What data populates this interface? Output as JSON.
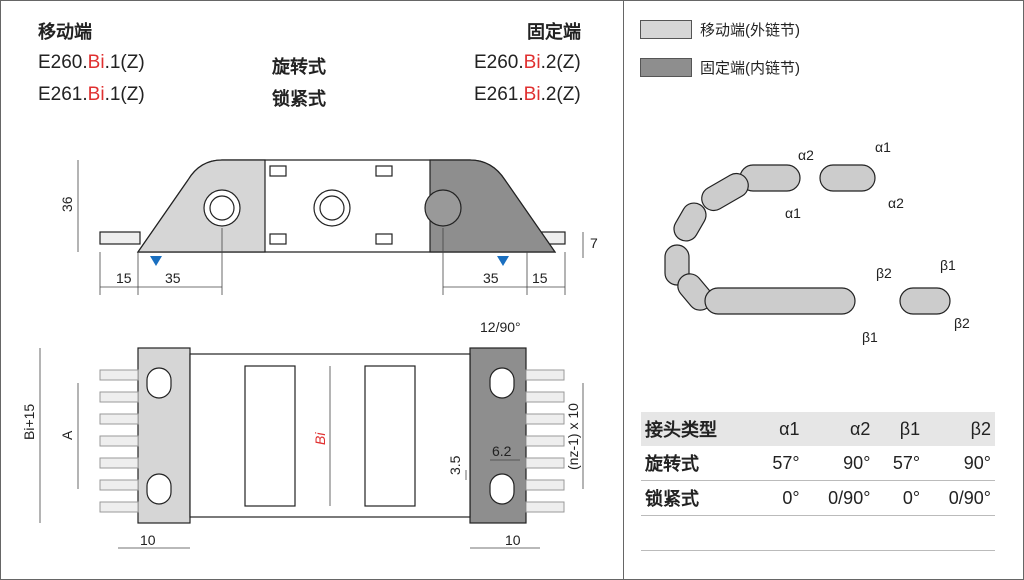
{
  "header": {
    "moving_end": "移动端",
    "fixed_end": "固定端",
    "rows": [
      {
        "left_prefix": "E260.",
        "left_bi": "Bi",
        "left_suffix": ".1(Z)",
        "type": "旋转式",
        "right_prefix": "E260.",
        "right_bi": "Bi",
        "right_suffix": ".2(Z)"
      },
      {
        "left_prefix": "E261.",
        "left_bi": "Bi",
        "left_suffix": ".1(Z)",
        "type": "锁紧式",
        "right_prefix": "E261.",
        "right_bi": "Bi",
        "right_suffix": ".2(Z)"
      }
    ]
  },
  "legend": [
    {
      "label": "移动端(外链节)",
      "color": "#d6d6d6"
    },
    {
      "label": "固定端(内链节)",
      "color": "#8e8e8e"
    }
  ],
  "side_view": {
    "height": "36",
    "left_offset": "15",
    "left_len": "35",
    "right_len": "35",
    "right_offset": "15",
    "pin": "7"
  },
  "top_view": {
    "angle": "12/90°",
    "width": "Bi+15",
    "a": "A",
    "bi": "Bi",
    "pitch": "(nz-1) x 10",
    "d35": "3.5",
    "d62": "6.2",
    "left10": "10",
    "right10": "10"
  },
  "angles": {
    "a1": "α1",
    "a2": "α2",
    "b1": "β1",
    "b2": "β2"
  },
  "table": {
    "headers": [
      "接头类型",
      "α1",
      "α2",
      "β1",
      "β2"
    ],
    "rows": [
      [
        "旋转式",
        "57°",
        "90°",
        "57°",
        "90°"
      ],
      [
        "锁紧式",
        "0°",
        "0/90°",
        "0°",
        "0/90°"
      ]
    ]
  },
  "colors": {
    "accent": "#e03030",
    "marker": "#1a6fc0"
  }
}
